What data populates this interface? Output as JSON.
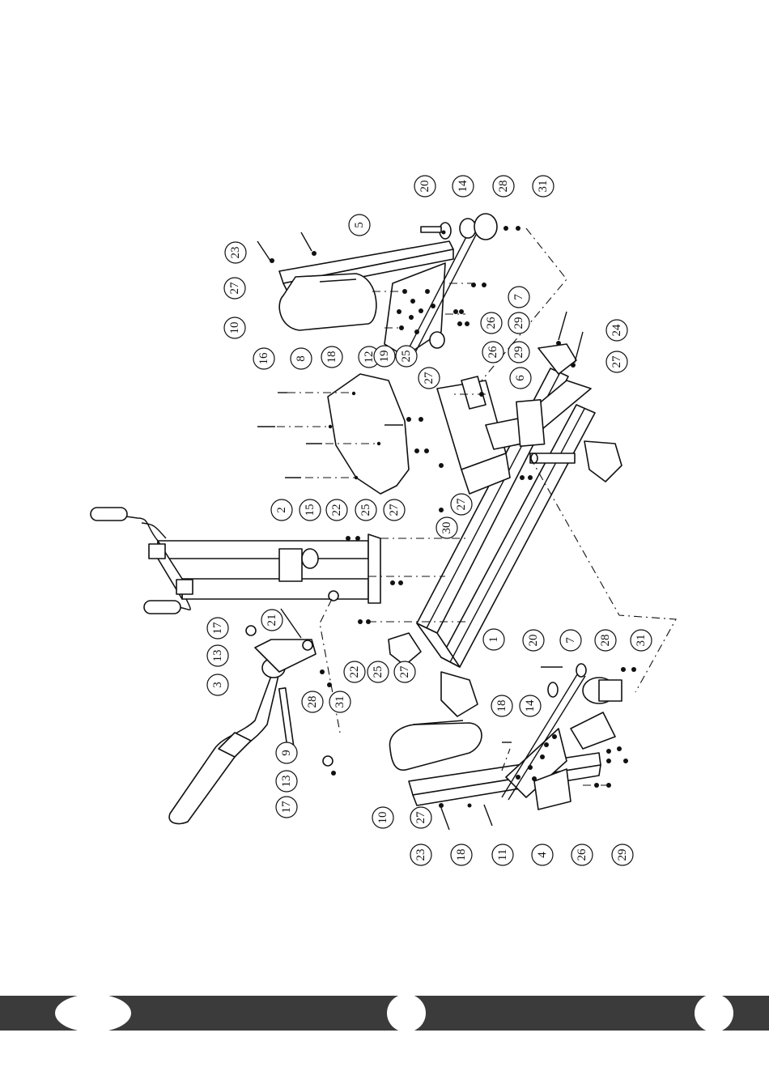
{
  "diagram": {
    "type": "exploded-assembly",
    "callouts": [
      {
        "id": "c20a",
        "label": "20"
      },
      {
        "id": "c14a",
        "label": "14"
      },
      {
        "id": "c28a",
        "label": "28"
      },
      {
        "id": "c31a",
        "label": "31"
      },
      {
        "id": "c23a",
        "label": "23"
      },
      {
        "id": "c5",
        "label": "5"
      },
      {
        "id": "c27a",
        "label": "27"
      },
      {
        "id": "c10a",
        "label": "10"
      },
      {
        "id": "c7a",
        "label": "7"
      },
      {
        "id": "c26a",
        "label": "26"
      },
      {
        "id": "c29a",
        "label": "29"
      },
      {
        "id": "c18a",
        "label": "18"
      },
      {
        "id": "c12",
        "label": "12"
      },
      {
        "id": "c16",
        "label": "16"
      },
      {
        "id": "c8",
        "label": "8"
      },
      {
        "id": "c19",
        "label": "19"
      },
      {
        "id": "c25a",
        "label": "25"
      },
      {
        "id": "c27b",
        "label": "27"
      },
      {
        "id": "c26b",
        "label": "26"
      },
      {
        "id": "c29b",
        "label": "29"
      },
      {
        "id": "c6",
        "label": "6"
      },
      {
        "id": "c24",
        "label": "24"
      },
      {
        "id": "c27c",
        "label": "27"
      },
      {
        "id": "c2",
        "label": "2"
      },
      {
        "id": "c15",
        "label": "15"
      },
      {
        "id": "c22a",
        "label": "22"
      },
      {
        "id": "c25b",
        "label": "25"
      },
      {
        "id": "c27d",
        "label": "27"
      },
      {
        "id": "c27e",
        "label": "27"
      },
      {
        "id": "c30",
        "label": "30"
      },
      {
        "id": "c17a",
        "label": "17"
      },
      {
        "id": "c21",
        "label": "21"
      },
      {
        "id": "c13a",
        "label": "13"
      },
      {
        "id": "c3",
        "label": "3"
      },
      {
        "id": "c22b",
        "label": "22"
      },
      {
        "id": "c25c",
        "label": "25"
      },
      {
        "id": "c27f",
        "label": "27"
      },
      {
        "id": "c1",
        "label": "1"
      },
      {
        "id": "c28b",
        "label": "28"
      },
      {
        "id": "c31b",
        "label": "31"
      },
      {
        "id": "c9",
        "label": "9"
      },
      {
        "id": "c13b",
        "label": "13"
      },
      {
        "id": "c17b",
        "label": "17"
      },
      {
        "id": "c20b",
        "label": "20"
      },
      {
        "id": "c7b",
        "label": "7"
      },
      {
        "id": "c28c",
        "label": "28"
      },
      {
        "id": "c31c",
        "label": "31"
      },
      {
        "id": "c18b",
        "label": "18"
      },
      {
        "id": "c14b",
        "label": "14"
      },
      {
        "id": "c10b",
        "label": "10"
      },
      {
        "id": "c27g",
        "label": "27"
      },
      {
        "id": "c23b",
        "label": "23"
      },
      {
        "id": "c18c",
        "label": "18"
      },
      {
        "id": "c11",
        "label": "11"
      },
      {
        "id": "c4",
        "label": "4"
      },
      {
        "id": "c26c",
        "label": "26"
      },
      {
        "id": "c29c",
        "label": "29"
      }
    ]
  },
  "footer": {
    "bar_color": "#3b3b3b"
  }
}
